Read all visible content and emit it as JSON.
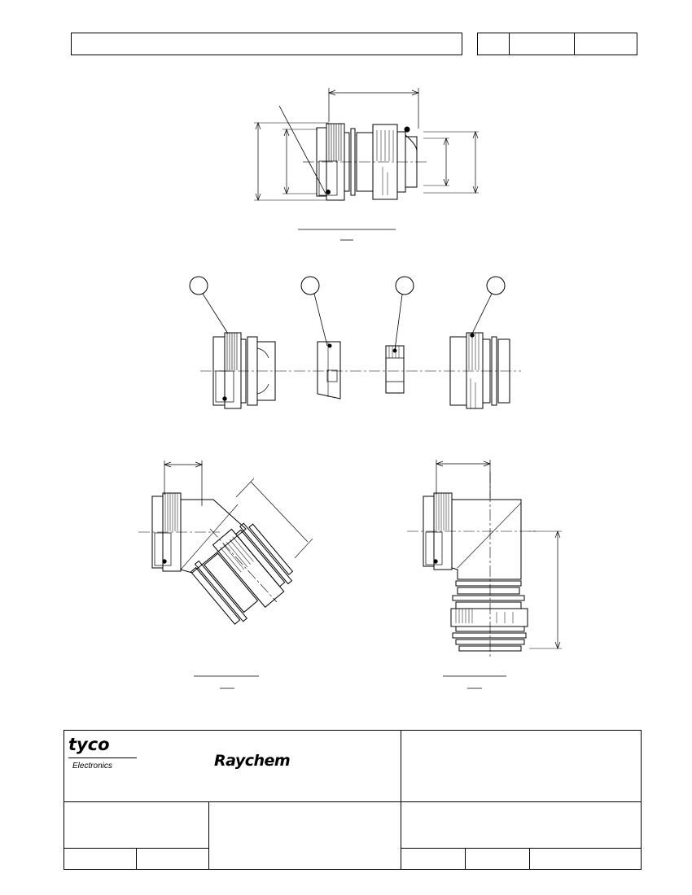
{
  "title_block": {
    "brand_primary": "tyco",
    "brand_secondary": "Electronics",
    "brand_product": "Raychem"
  },
  "colors": {
    "line": "#000000",
    "paper": "#ffffff"
  },
  "icons": [
    "tyco-logo",
    "raychem-logo"
  ]
}
